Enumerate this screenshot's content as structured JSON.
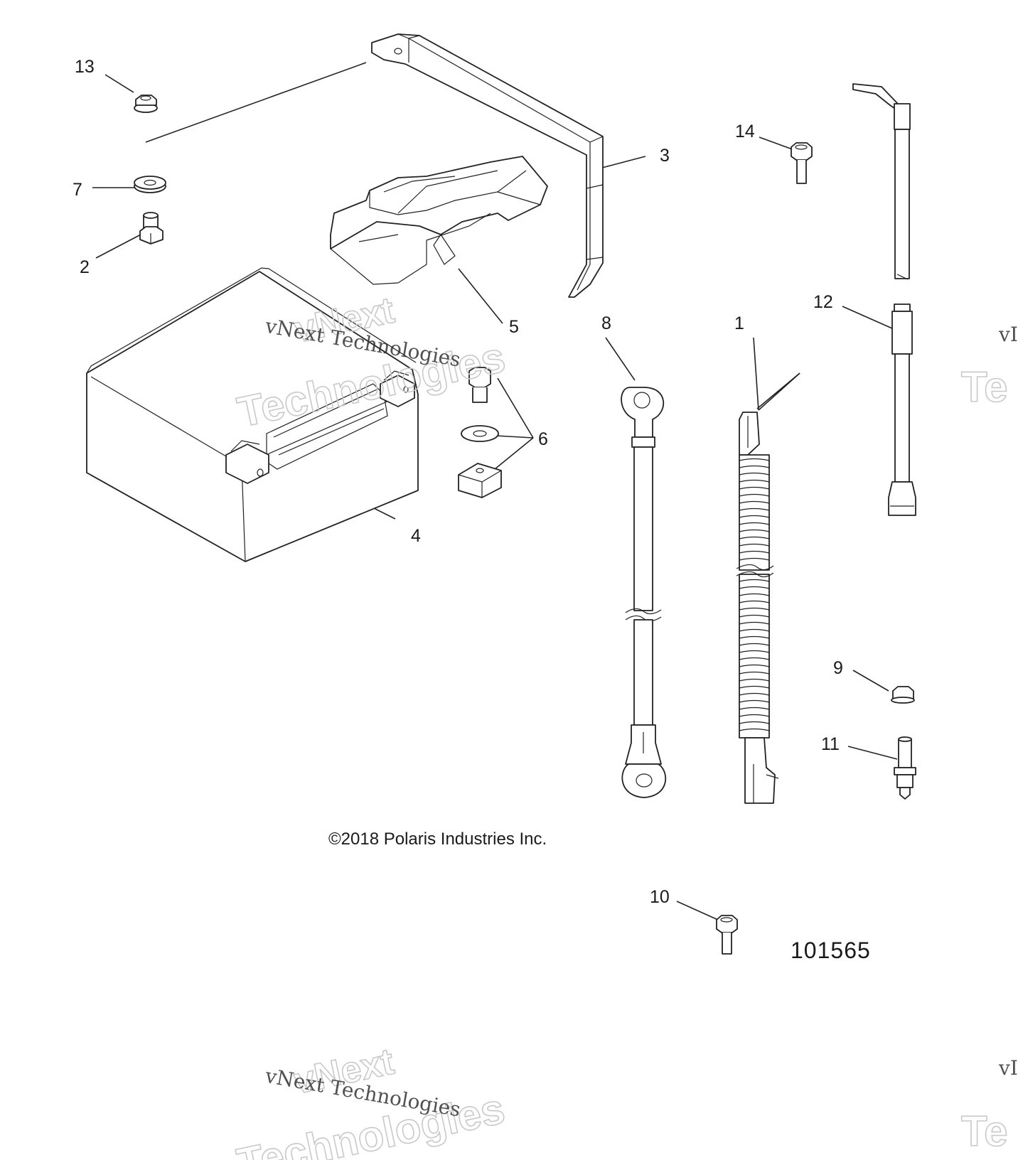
{
  "callouts": {
    "c1": "1",
    "c2": "2",
    "c3": "3",
    "c4": "4",
    "c5": "5",
    "c6": "6",
    "c7": "7",
    "c8": "8",
    "c9": "9",
    "c10": "10",
    "c11": "11",
    "c12": "12",
    "c13": "13",
    "c14": "14"
  },
  "copyright": "©2018 Polaris Industries Inc.",
  "diagram_number": "101565",
  "watermark": {
    "line_serif": "vNext Technologies",
    "outline_top": "vNext",
    "outline_bottom": "Technologies"
  }
}
